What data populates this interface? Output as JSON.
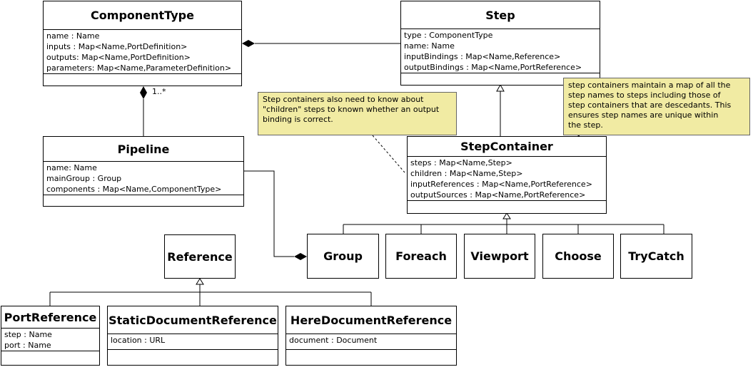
{
  "classes": {
    "component_type": {
      "name": "ComponentType",
      "attributes": [
        "name : Name",
        "inputs : Map<Name,PortDefinition>",
        "outputs: Map<Name,PortDefinition>",
        "parameters: Map<Name,ParameterDefinition>"
      ]
    },
    "step": {
      "name": "Step",
      "attributes": [
        "type : ComponentType",
        "name: Name",
        "inputBindings : Map<Name,Reference>",
        "outputBindings : Map<Name,PortReference>"
      ]
    },
    "pipeline": {
      "name": "Pipeline",
      "attributes": [
        "name: Name",
        "mainGroup : Group",
        "components : Map<Name,ComponentType>"
      ]
    },
    "step_container": {
      "name": "StepContainer",
      "attributes": [
        "steps : Map<Name,Step>",
        "children : Map<Name,Step>",
        "inputReferences : Map<Name,PortReference>",
        "outputSources : Map<Name,PortReference>"
      ]
    },
    "reference": {
      "name": "Reference"
    },
    "group": {
      "name": "Group"
    },
    "foreach": {
      "name": "Foreach"
    },
    "viewport": {
      "name": "Viewport"
    },
    "choose": {
      "name": "Choose"
    },
    "try_catch": {
      "name": "TryCatch"
    },
    "port_reference": {
      "name": "PortReference",
      "attributes": [
        "step : Name",
        "port : Name"
      ]
    },
    "static_document_reference": {
      "name": "StaticDocumentReference",
      "attributes": [
        "location : URL"
      ]
    },
    "here_document_reference": {
      "name": "HereDocumentReference",
      "attributes": [
        "document : Document"
      ]
    }
  },
  "notes": {
    "children_note": "Step containers also need to know about\n\"children\" steps to known whether an output\nbinding is correct.",
    "steps_note": "step containers maintain a map of all the\nstep names to steps including those of\nstep containers that are descedants. This\nensures step names are unique within\nthe step."
  },
  "multiplicity": {
    "component_type_pipeline": "1..*"
  }
}
